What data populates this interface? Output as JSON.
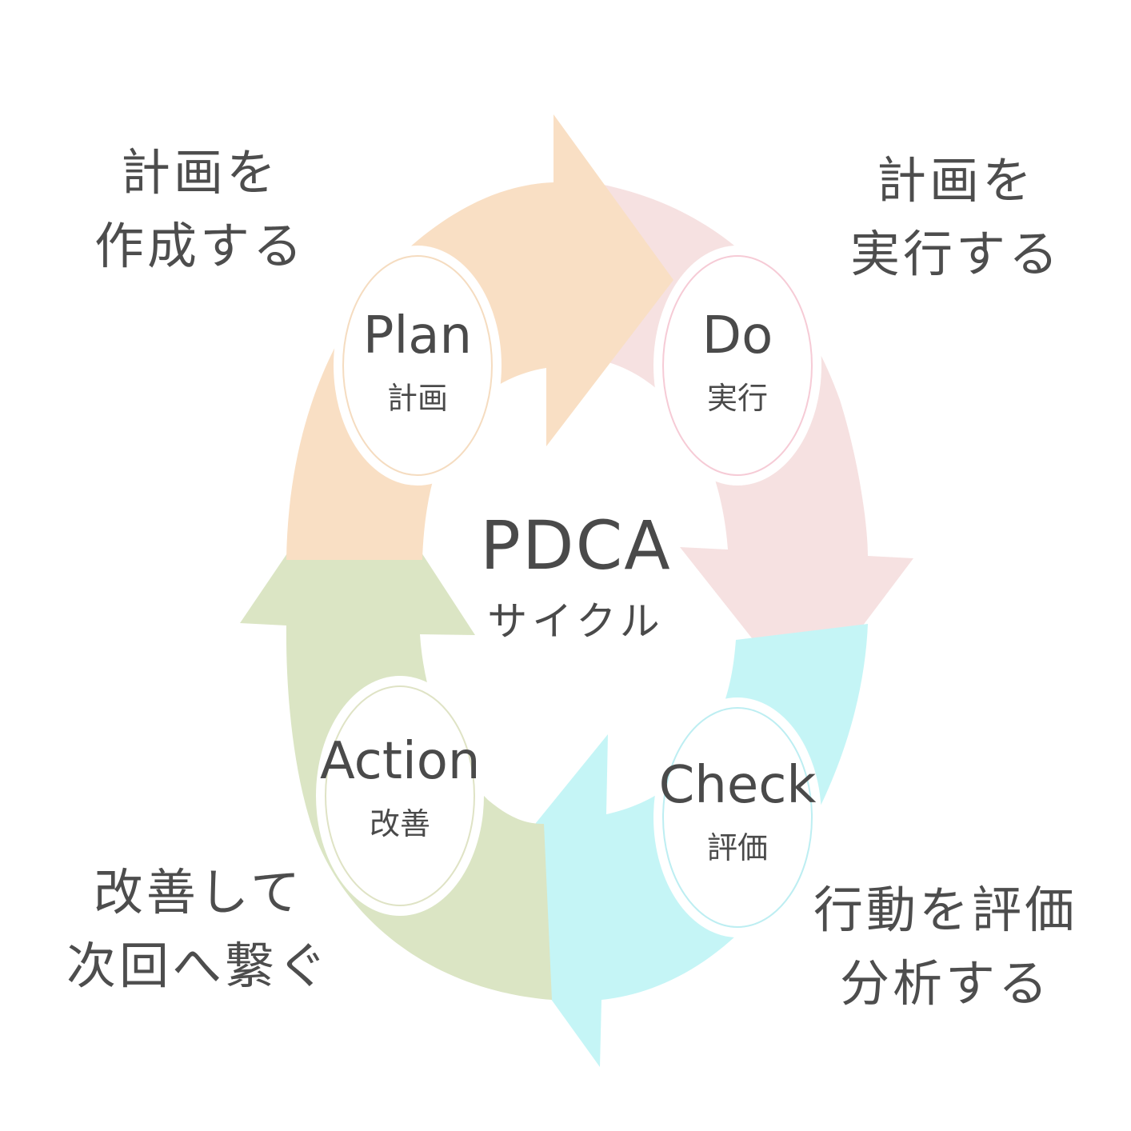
{
  "center": {
    "title": "PDCA",
    "subtitle": "サイクル"
  },
  "nodes": {
    "plan": {
      "en": "Plan",
      "jp": "計画"
    },
    "do": {
      "en": "Do",
      "jp": "実行"
    },
    "check": {
      "en": "Check",
      "jp": "評価"
    },
    "action": {
      "en": "Action",
      "jp": "改善"
    }
  },
  "corners": {
    "plan": [
      "計画を",
      "作成する"
    ],
    "do": [
      "計画を",
      "実行する"
    ],
    "check": [
      "行動を評価",
      "分析する"
    ],
    "action": [
      "改善して",
      "次回へ繋ぐ"
    ]
  },
  "colors": {
    "plan": "#f9dfc4",
    "do": "#f6e1e1",
    "check": "#c5f5f6",
    "action": "#dbe5c4",
    "plan_ring": "#f5dcc0",
    "do_ring": "#f6cbd6",
    "check_ring": "#bdeef2",
    "action_ring": "#dfe3c5",
    "text": "#4a4a4a"
  }
}
